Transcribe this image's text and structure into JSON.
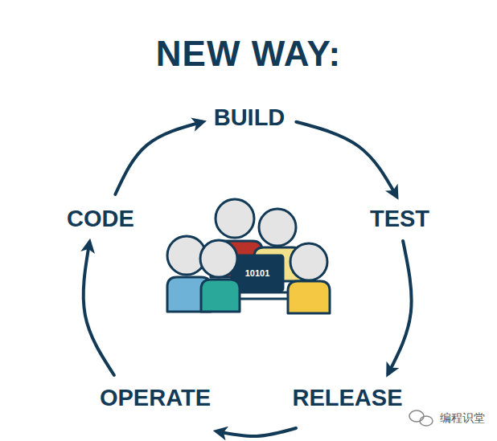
{
  "diagram": {
    "title": "NEW WAY:",
    "nodes": [
      {
        "text": [
          "BUILD"
        ]
      },
      {
        "text": [
          "TEST"
        ]
      },
      {
        "text": [
          "RELEASE"
        ]
      },
      {
        "text": [
          "OPERATE"
        ]
      },
      {
        "text": [
          "CODE"
        ]
      }
    ],
    "edges": [
      {
        "from": 0,
        "to": 1,
        "arrow": "to"
      },
      {
        "from": 1,
        "to": 2,
        "arrow": "to"
      },
      {
        "from": 2,
        "to": 3,
        "arrow": "to"
      },
      {
        "from": 3,
        "to": 4,
        "arrow": "to"
      },
      {
        "from": 4,
        "to": 0,
        "arrow": "to"
      }
    ],
    "labels": [
      "10101",
      "编程识堂"
    ]
  }
}
